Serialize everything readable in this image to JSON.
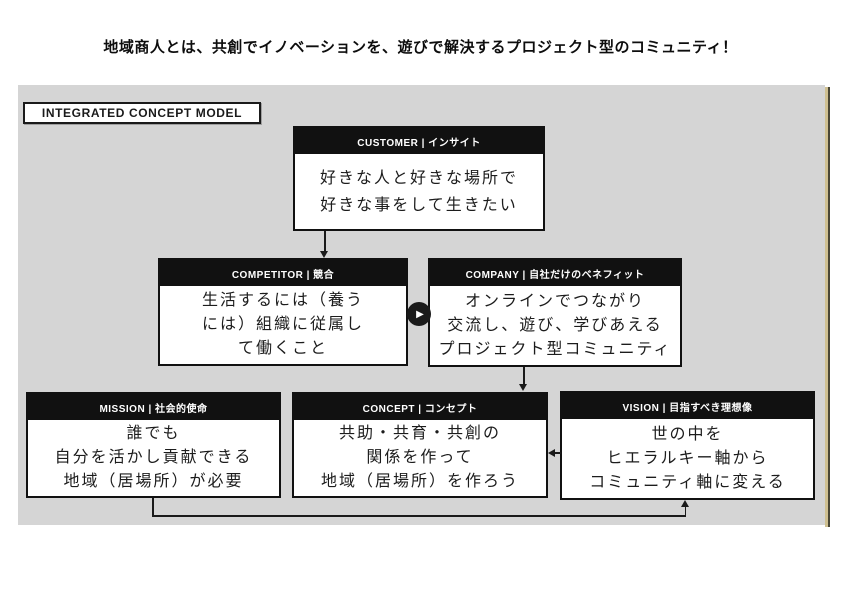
{
  "title": "地域商人とは、共創でイノベーションを、遊びで解決するプロジェクト型のコミュニティ！",
  "panel": {
    "label": "INTEGRATED CONCEPT MODEL"
  },
  "boxes": {
    "customer": {
      "header": "CUSTOMER | インサイト",
      "lines": [
        "好きな人と好きな場所で",
        "好きな事をして生きたい"
      ]
    },
    "competitor": {
      "header": "COMPETITOR | 競合",
      "lines": [
        "生活するには（養う",
        "には）組織に従属し",
        "て働くこと"
      ]
    },
    "company": {
      "header": "COMPANY | 自社だけのベネフィット",
      "lines": [
        "オンラインでつながり",
        "交流し、遊び、学びあえる",
        "プロジェクト型コミュニティ"
      ]
    },
    "mission": {
      "header": "MISSION |  社会的使命",
      "lines": [
        "誰でも",
        "自分を活かし貢献できる",
        "地域（居場所）が必要"
      ]
    },
    "concept": {
      "header": "CONCEPT |  コンセプト",
      "lines": [
        "共助・共育・共創の",
        "関係を作って",
        "地域（居場所）を作ろう"
      ]
    },
    "vision": {
      "header": "VISION |  目指すべき理想像",
      "lines": [
        "世の中を",
        "ヒエラルキー軸から",
        "コミュニティ軸に変える"
      ]
    }
  },
  "icons": {
    "play": "▶"
  },
  "colors": {
    "panel_bg": "#d5d5d5",
    "header_bg": "#111111",
    "box_border": "#111111",
    "shadow_tan": "#cfc091",
    "shadow_dark": "#4a4736"
  }
}
